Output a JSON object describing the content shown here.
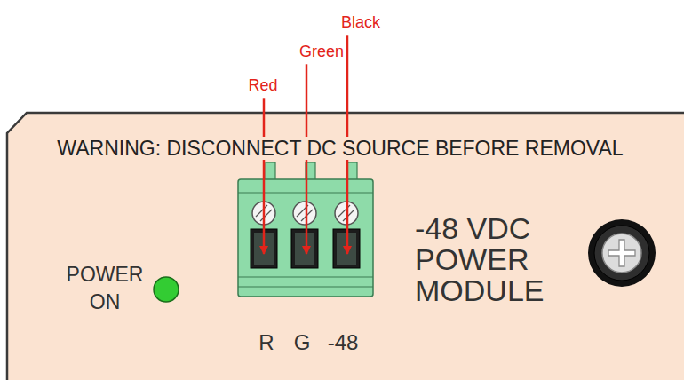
{
  "diagram": {
    "nodes": [
      {
        "text": [
          "WARNING: DISCONNECT DC SOURCE BEFORE REMOVAL",
          "-48 VDC POWER MODULE",
          "POWER ON"
        ]
      }
    ],
    "labels": [
      "Red",
      "Green",
      "Black",
      "R",
      "G",
      "-48"
    ]
  }
}
